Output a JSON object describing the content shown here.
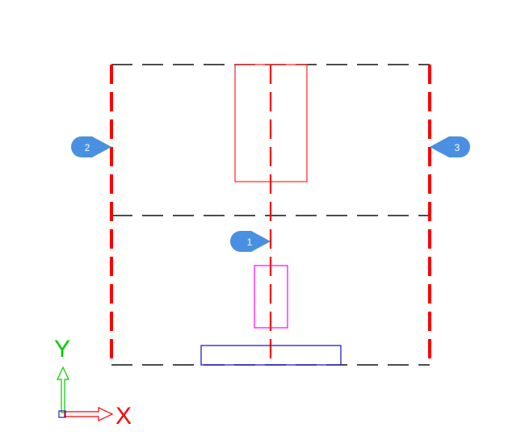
{
  "colors": {
    "background": "#ffffff",
    "dashed_border": "#111111",
    "red_guides": "#ff0000",
    "red_part": "#ff2020",
    "magenta_part": "#ff00ff",
    "blue_part": "#2020c0",
    "marker_fill": "#4a90e2",
    "marker_text": "#ffffff",
    "ucs_y": "#00cc00",
    "ucs_x": "#ff0000",
    "ucs_origin": "#2020c0"
  },
  "markers": [
    {
      "id": "marker-1",
      "label": "1"
    },
    {
      "id": "marker-2",
      "label": "2"
    },
    {
      "id": "marker-3",
      "label": "3"
    }
  ],
  "ucs": {
    "y_label": "Y",
    "x_label": "X"
  }
}
